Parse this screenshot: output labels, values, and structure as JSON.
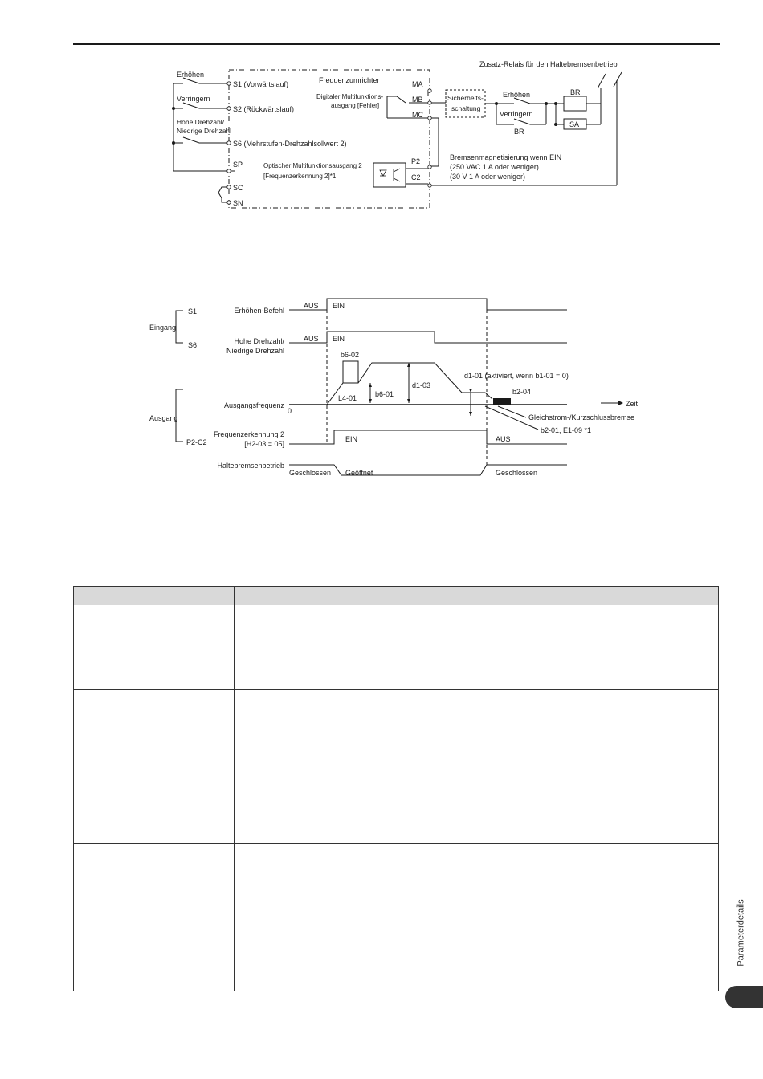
{
  "circuit": {
    "inverter": "Frequenzumrichter",
    "erhoehen_left": "Erhöhen",
    "verringern_left": "Verringern",
    "speed_switch_1": "Hohe Drehzahl/",
    "speed_switch_2": "Niedrige Drehzahl",
    "s1": "S1 (Vorwärtslauf)",
    "s2": "S2 (Rückwärtslauf)",
    "s6": "S6 (Mehrstufen-Drehzahlsollwert 2)",
    "sp": "SP",
    "sc": "SC",
    "sn": "SN",
    "ma": "MA",
    "mb": "MB",
    "mc": "MC",
    "p2": "P2",
    "c2": "C2",
    "digital_out_1": "Digitaler Multifunktions-",
    "digital_out_2": "ausgang [Fehler]",
    "optical_out_1": "Optischer Multifunktionsausgang 2",
    "optical_out_2": "[Frequenzerkennung 2]*1",
    "safety_1": "Sicherheits-",
    "safety_2": "schaltung",
    "relay_title": "Zusatz-Relais für den Haltebremsenbetrieb",
    "erhoehen_right": "Erhöhen",
    "verringern_right": "Verringern",
    "br_top": "BR",
    "br_bottom": "BR",
    "sa": "SA",
    "brake_1": "Bremsenmagnetisierung wenn EIN",
    "brake_2": "(250 VAC 1 A oder weniger)",
    "brake_3": "(30 V 1 A oder weniger)"
  },
  "timing": {
    "s1": "S1",
    "s6": "S6",
    "eingang": "Eingang",
    "ausgang": "Ausgang",
    "p2c2": "P2-C2",
    "erhoehen_befehl": "Erhöhen-Befehl",
    "speed_1": "Hohe Drehzahl/",
    "speed_2": "Niedrige Drehzahl",
    "ausgangsfrequenz": "Ausgangsfrequenz",
    "zero": "0",
    "freq_detect_1": "Frequenzerkennung 2",
    "freq_detect_2": "[H2-03 = 05]",
    "haltebremse": "Haltebremsenbetrieb",
    "aus_1": "AUS",
    "ein_1": "EIN",
    "aus_2": "AUS",
    "ein_2": "EIN",
    "ein_3": "EIN",
    "aus_3": "AUS",
    "geschlossen_1": "Geschlossen",
    "geoeffnet": "Geöffnet",
    "geschlossen_2": "Geschlossen",
    "b6_02": "b6-02",
    "l4_01": "L4-01",
    "b6_01": "b6-01",
    "d1_03": "d1-03",
    "d1_01": "d1-01 (aktiviert, wenn b1-01 = 0)",
    "b2_04": "b2-04",
    "zeit": "Zeit",
    "dc_brake": "Gleichstrom-/Kurzschlussbremse",
    "b2_01": "b2-01, E1-09 *1"
  },
  "side_tab": "Parameterdetails"
}
